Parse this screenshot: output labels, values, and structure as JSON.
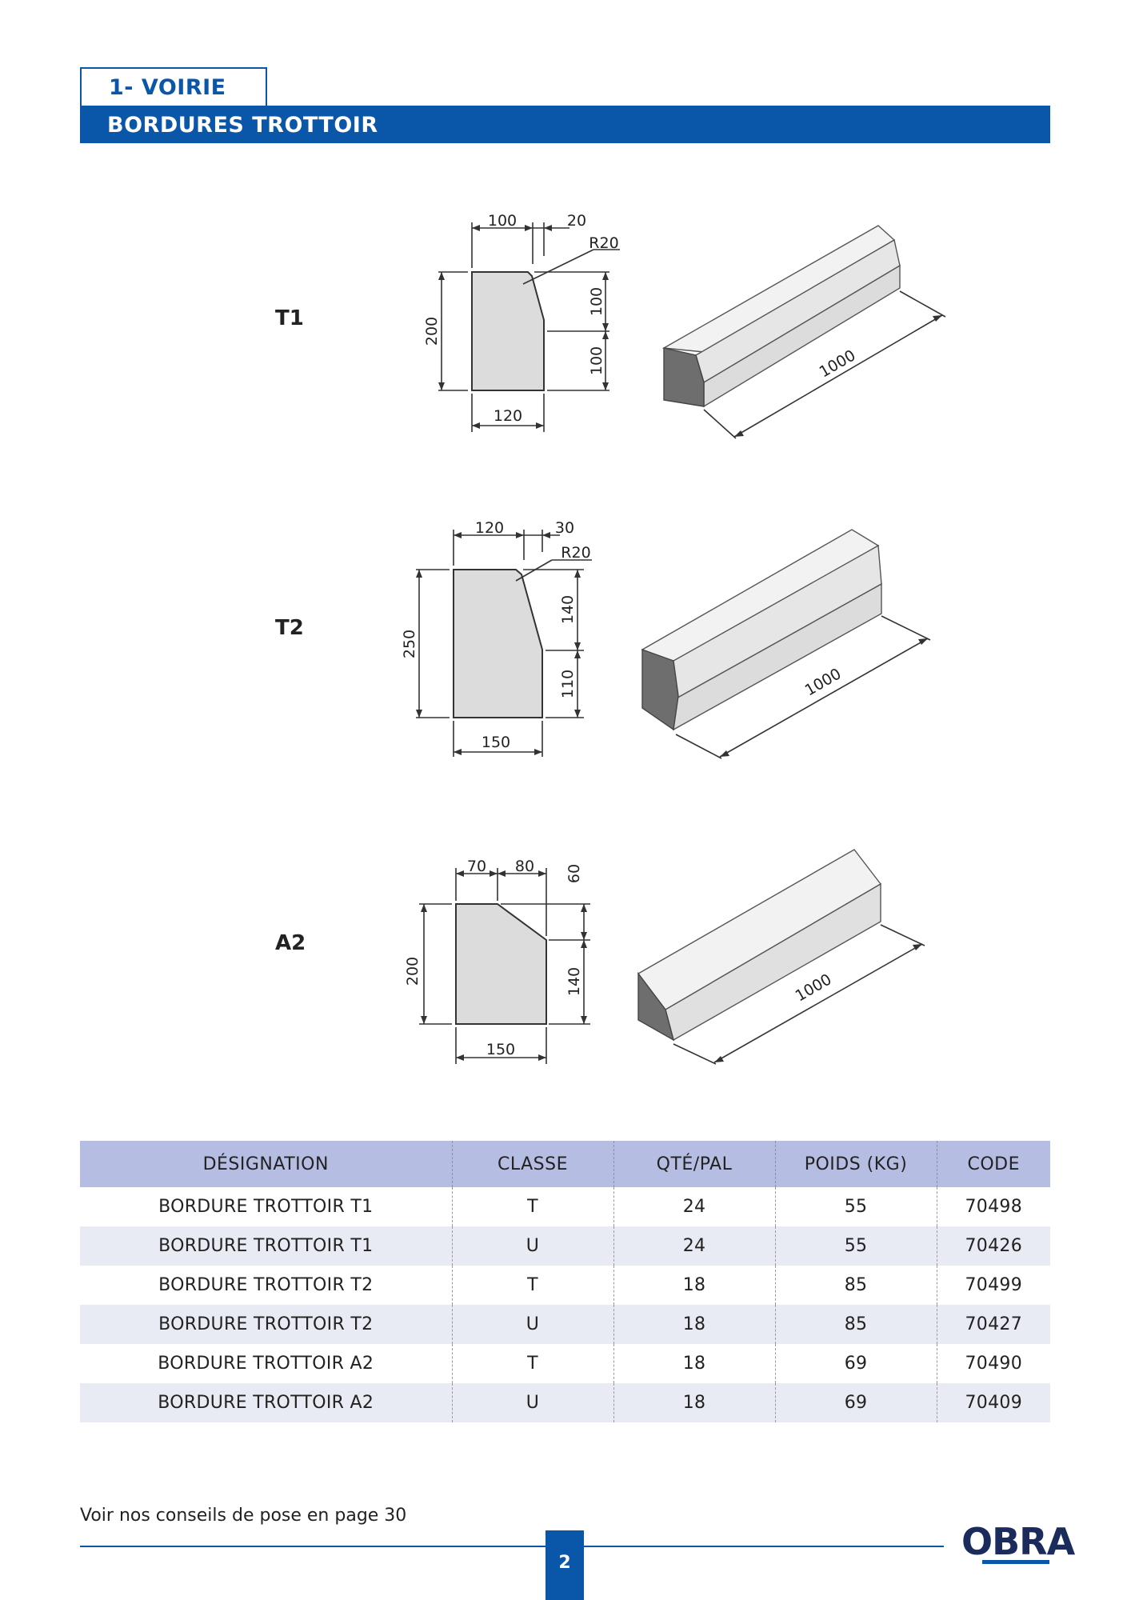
{
  "header": {
    "section": "1- VOIRIE",
    "title": "BORDURES TROTTOIR"
  },
  "models": [
    {
      "label": "T1",
      "dims": {
        "top_width": "100",
        "chamfer": "20",
        "radius": "R20",
        "height": "200",
        "upper_height": "100",
        "lower_height": "100",
        "base": "120",
        "length": "1000"
      }
    },
    {
      "label": "T2",
      "dims": {
        "top_width": "120",
        "chamfer": "30",
        "radius": "R20",
        "height": "250",
        "upper_height": "140",
        "lower_height": "110",
        "base": "150",
        "length": "1000"
      }
    },
    {
      "label": "A2",
      "dims": {
        "top_left": "70",
        "top_right": "80",
        "chamfer_height": "60",
        "height": "200",
        "lower_height": "140",
        "base": "150",
        "length": "1000"
      }
    }
  ],
  "table": {
    "headers": [
      "DÉSIGNATION",
      "CLASSE",
      "QTÉ/PAL",
      "POIDS (KG)",
      "CODE"
    ],
    "rows": [
      [
        "BORDURE TROTTOIR T1",
        "T",
        "24",
        "55",
        "70498"
      ],
      [
        "BORDURE TROTTOIR T1",
        "U",
        "24",
        "55",
        "70426"
      ],
      [
        "BORDURE TROTTOIR T2",
        "T",
        "18",
        "85",
        "70499"
      ],
      [
        "BORDURE TROTTOIR T2",
        "U",
        "18",
        "85",
        "70427"
      ],
      [
        "BORDURE TROTTOIR A2",
        "T",
        "18",
        "69",
        "70490"
      ],
      [
        "BORDURE TROTTOIR A2",
        "U",
        "18",
        "69",
        "70409"
      ]
    ]
  },
  "footer": {
    "note": "Voir nos conseils de pose en page 30",
    "page_number": "2",
    "brand": "OBRA"
  },
  "colors": {
    "brand_blue": "#0a56a8",
    "table_header": "#b6bde3",
    "table_stripe": "#e8eaf4",
    "block_light": "#e6e6e6",
    "block_dark": "#6e6e6e"
  }
}
